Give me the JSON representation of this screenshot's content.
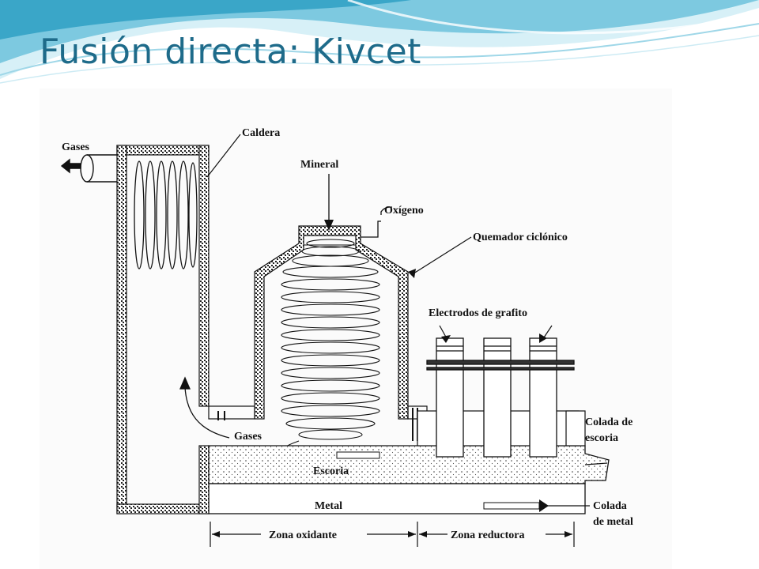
{
  "slide": {
    "title": "Fusión directa: Kivcet"
  },
  "diagram": {
    "labels": {
      "gases_top": "Gases",
      "caldera": "Caldera",
      "mineral": "Mineral",
      "oxigeno": "Oxígeno",
      "quemador": "Quemador ciclónico",
      "electrodos": "Electrodos de grafito",
      "gases_mid": "Gases",
      "escoria": "Escoria",
      "colada_escoria_1": "Colada de",
      "colada_escoria_2": "escoria",
      "metal": "Metal",
      "colada_metal_1": "Colada",
      "colada_metal_2": "de metal",
      "zona_oxidante": "Zona oxidante",
      "zona_reductora": "Zona reductora"
    },
    "colors": {
      "title": "#1e6b8a",
      "wave_dark": "#3aa6c8",
      "wave_light": "#bfe6f2",
      "ink": "#111111"
    }
  }
}
